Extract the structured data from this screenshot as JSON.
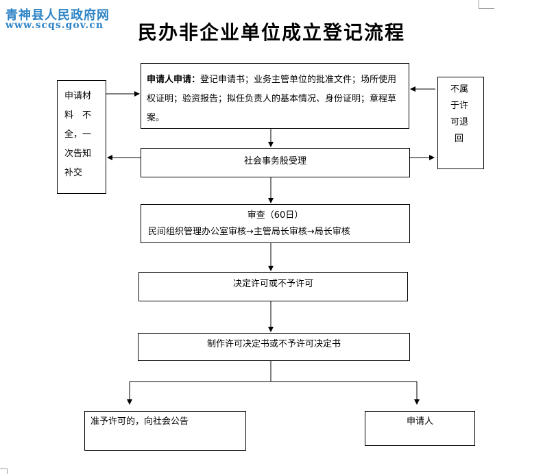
{
  "watermark": {
    "site_name": "青神县人民政府网",
    "site_url": "www.scqs.gov.cn"
  },
  "title": "民办非企业单位成立登记流程",
  "nodes": {
    "apply": {
      "label": "申请人申请：",
      "text": "登记申请书；业务主管单位的批准文件；场所使用权证明；验资报告；拟任负责人的基本情况、身份证明；章程草案。"
    },
    "incomplete": {
      "lines": [
        "申请材",
        "料　不",
        "全，一",
        "次告知",
        "补交"
      ]
    },
    "reject": {
      "lines": [
        "不属",
        "于许",
        "可退",
        "回"
      ]
    },
    "accept": {
      "text": "社会事务股受理"
    },
    "review": {
      "line1": "审查（60日）",
      "line2": "民间组织管理办公室审核→主管局长审核→局长审核"
    },
    "decide": {
      "text": "决定许可或不予许可"
    },
    "produce": {
      "text": "制作许可决定书或不予许可决定书"
    },
    "announce": {
      "text": "准予许可的，向社会公告"
    },
    "applicant": {
      "text": "申请人"
    }
  }
}
